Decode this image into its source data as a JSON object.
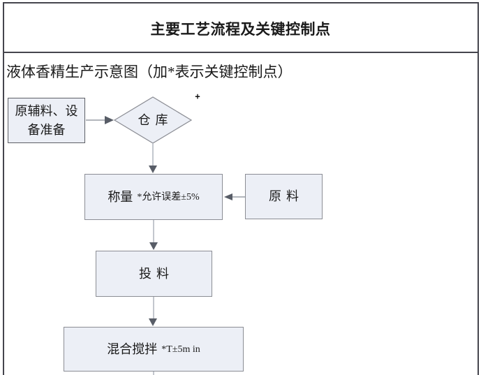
{
  "page": {
    "title": "主要工艺流程及关键控制点",
    "caption": "液体香精生产示意图（加*表示关键控制点）",
    "stray_mark": "+"
  },
  "flowchart": {
    "nodes": {
      "prepare": {
        "shape": "rect",
        "label": "原辅料、设备准备"
      },
      "warehouse": {
        "shape": "diamond",
        "label": "仓库"
      },
      "weigh": {
        "shape": "rect",
        "label": "称量",
        "note": "*允许误差±5%"
      },
      "raw": {
        "shape": "rect",
        "label": "原料"
      },
      "feed": {
        "shape": "rect",
        "label": "投料"
      },
      "mix": {
        "shape": "rect",
        "label": "混合搅拌",
        "note": "*T±5m in"
      }
    },
    "edges": [
      {
        "from": "prepare",
        "to": "warehouse"
      },
      {
        "from": "warehouse",
        "to": "weigh"
      },
      {
        "from": "raw",
        "to": "weigh"
      },
      {
        "from": "weigh",
        "to": "feed"
      },
      {
        "from": "feed",
        "to": "mix"
      },
      {
        "from": "mix",
        "to": "",
        "truncated_at_page_bottom": true
      }
    ],
    "colors": {
      "node_fill": "#eceff6",
      "node_border": "#8b8d94",
      "connector_line": "#c3c7ce",
      "connector_line_dark": "#999da5",
      "arrowhead": "#585d67",
      "frame_border": "#45454d"
    }
  }
}
